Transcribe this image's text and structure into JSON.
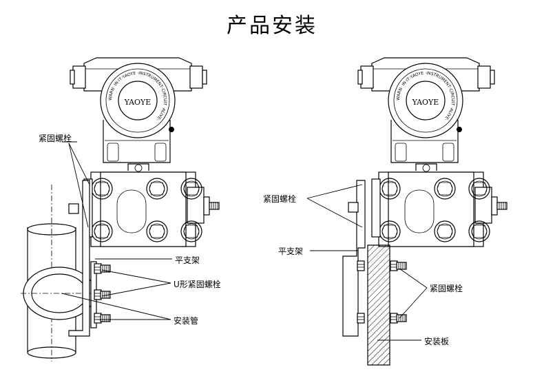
{
  "title": "产品安装",
  "left": {
    "brand": "YAOYE",
    "ring_text": "WARN· IN·IT·YAOYE ·INSTRUMENT·CIRCUIT ·ALIVE·",
    "labels": {
      "fastening_bolt": "紧固螺栓",
      "flat_bracket": "平支架",
      "u_bolt": "U形紧固螺栓",
      "mounting_pipe": "安装管"
    }
  },
  "right": {
    "brand": "YAOYE",
    "ring_text": "WARN· IN·IT·YAOYE ·INSTRUMENT·CIRCUIT ·ALIVE·",
    "labels": {
      "fastening_bolt_top": "紧固螺栓",
      "flat_bracket": "平支架",
      "fastening_bolt_bottom": "紧固螺栓",
      "mounting_plate": "安装板"
    }
  }
}
